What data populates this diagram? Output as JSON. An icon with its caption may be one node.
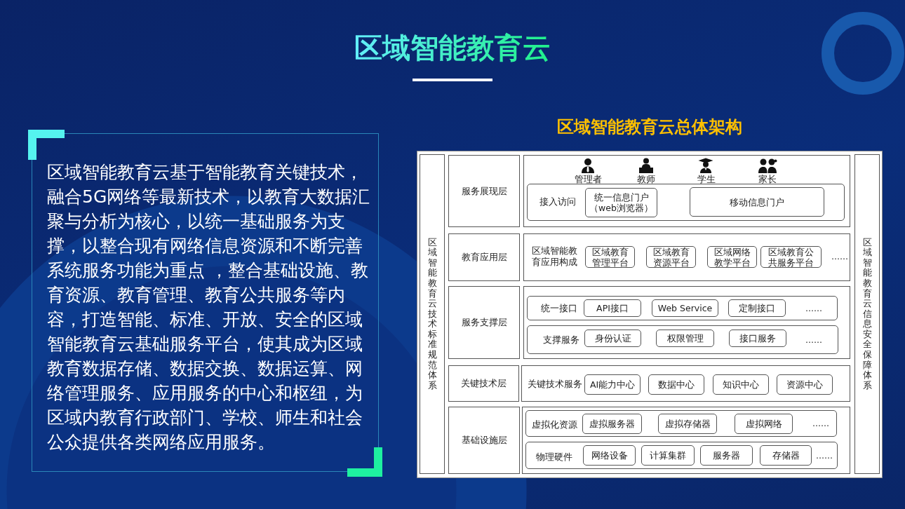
{
  "diagram": {
    "title": "区域智能教育云",
    "nodes": [
      {
        "text": [
          "区域智能教育云基于智能教育关键技术，融合5G网络等最新技术，以教育大数据汇聚与分析为核心，以统一基础服务为支撑，以整合现有网络信息资源和不断完善系统服务功能为重点 ，整合基础设施、教育资源、教育管理、教育公共服务等内容，打造智能、标准、开放、安全的区域智能教育云基础服务平台，使其成为区域教育数据存储、数据交换、数据运算、网络管理服务、应用服务的中心和枢纽，为区域内教育行政部门、学校、师生和社会公众提供各类网络应用服务。"
        ]
      },
      {
        "text": [
          "区域智能教育云总体架构"
        ]
      },
      {
        "text": [
          "区域智能教育云技术标准规范体系"
        ],
        "in": 1
      },
      {
        "text": [
          "服务展现层"
        ],
        "in": 1
      },
      {
        "text": [
          "管理者",
          "教师",
          "学生",
          "家长"
        ],
        "in": 1
      },
      {
        "text": [
          "接入访问"
        ],
        "in": 4
      },
      {
        "text": [
          "统一信息门户（web浏览器）"
        ],
        "in": 5
      },
      {
        "text": [
          "移动信息门户"
        ],
        "in": 5
      },
      {
        "text": [
          "教育应用层"
        ],
        "in": 1
      },
      {
        "text": [
          "区域智能教育应用构成",
          "……"
        ],
        "in": 1
      },
      {
        "text": [
          "区域教育管理平台"
        ],
        "in": 9
      },
      {
        "text": [
          "区域教育资源平台"
        ],
        "in": 9
      },
      {
        "text": [
          "区域网络教学平台"
        ],
        "in": 9
      },
      {
        "text": [
          "区域教育公共服务平台"
        ],
        "in": 9
      },
      {
        "text": [
          "服务支撑层"
        ],
        "in": 1
      },
      {
        "text": [],
        "shape": "box",
        "in": 1
      },
      {
        "text": [
          "统一接口",
          "……"
        ],
        "in": 15
      },
      {
        "text": [
          "API接口"
        ],
        "in": 16
      },
      {
        "text": [
          "Web Service"
        ],
        "in": 16
      },
      {
        "text": [
          "定制接口"
        ],
        "in": 16
      },
      {
        "text": [
          "支撑服务",
          "……"
        ],
        "in": 15
      },
      {
        "text": [
          "身份认证"
        ],
        "in": 20
      },
      {
        "text": [
          "权限管理"
        ],
        "in": 20
      },
      {
        "text": [
          "接口服务"
        ],
        "in": 20
      },
      {
        "text": [
          "关键技术层"
        ],
        "in": 1
      },
      {
        "text": [
          "关键技术服务"
        ],
        "in": 1
      },
      {
        "text": [
          "AI能力中心"
        ],
        "in": 25
      },
      {
        "text": [
          "数据中心"
        ],
        "in": 25
      },
      {
        "text": [
          "知识中心"
        ],
        "in": 25
      },
      {
        "text": [
          "资源中心"
        ],
        "in": 25
      },
      {
        "text": [
          "基础设施层"
        ],
        "in": 1
      },
      {
        "text": [],
        "shape": "box",
        "in": 1
      },
      {
        "text": [
          "虚拟化资源",
          "……"
        ],
        "in": 31
      },
      {
        "text": [
          "虚拟服务器"
        ],
        "in": 32
      },
      {
        "text": [
          "虚拟存储器"
        ],
        "in": 32
      },
      {
        "text": [
          "虚拟网络"
        ],
        "in": 32
      },
      {
        "text": [
          "物理硬件",
          "……"
        ],
        "in": 31
      },
      {
        "text": [
          "网络设备"
        ],
        "in": 36
      },
      {
        "text": [
          "计算集群"
        ],
        "in": 36
      },
      {
        "text": [
          "服务器"
        ],
        "in": 36
      },
      {
        "text": [
          "存储器"
        ],
        "in": 36
      },
      {
        "text": [
          "区域智能教育云信息安全保障体系"
        ],
        "in": 1
      }
    ]
  }
}
